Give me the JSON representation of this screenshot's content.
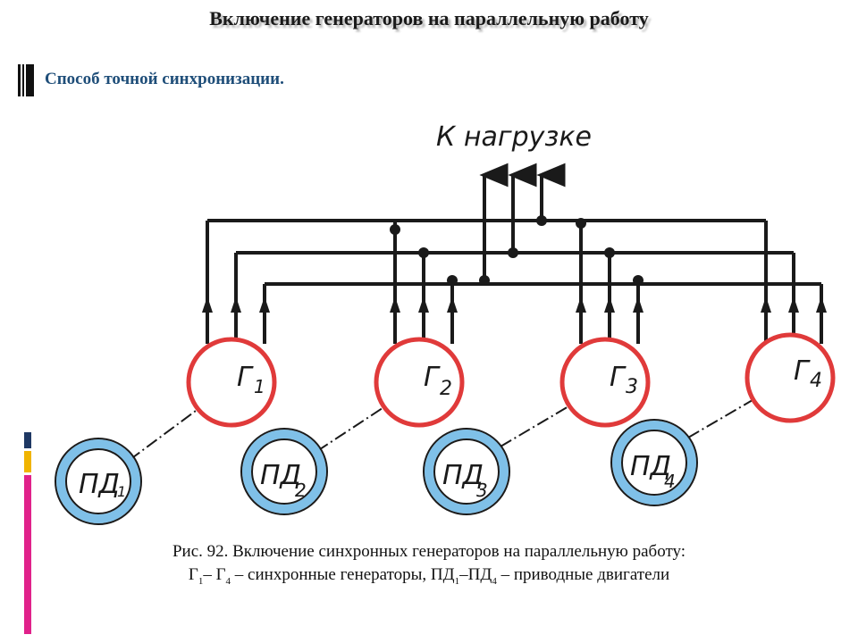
{
  "header": {
    "title": "Включение генераторов на параллельную работу",
    "subtitle": "Способ точной синхронизации."
  },
  "diagram": {
    "load_label": "К нагрузке",
    "generators": [
      {
        "letter": "Г",
        "index": "1"
      },
      {
        "letter": "Г",
        "index": "2"
      },
      {
        "letter": "Г",
        "index": "3"
      },
      {
        "letter": "Г",
        "index": "4"
      }
    ],
    "motors": [
      {
        "letter": "ПД",
        "index": "1"
      },
      {
        "letter": "ПД",
        "index": "2"
      },
      {
        "letter": "ПД",
        "index": "3"
      },
      {
        "letter": "ПД",
        "index": "4"
      }
    ],
    "colors": {
      "generator_ring": "#e03a3a",
      "motor_ring": "#7fc0e8",
      "wire": "#1a1a1a",
      "side_strip_top": "#1f3864",
      "side_strip_mid": "#f0b400",
      "side_strip_bottom": "#e0218a"
    }
  },
  "caption": {
    "line1": "Рис. 92. Включение синхронных генераторов на параллельную работу:",
    "l2_g": "Г",
    "l2_g_sub1": "1",
    "l2_dash": "– Г",
    "l2_g_sub2": "4",
    "l2_mid": " – синхронные генераторы, ПД",
    "l2_pd_sub1": "1",
    "l2_pd_dash": "–ПД",
    "l2_pd_sub2": "4",
    "l2_end": " – приводные двигатели"
  }
}
